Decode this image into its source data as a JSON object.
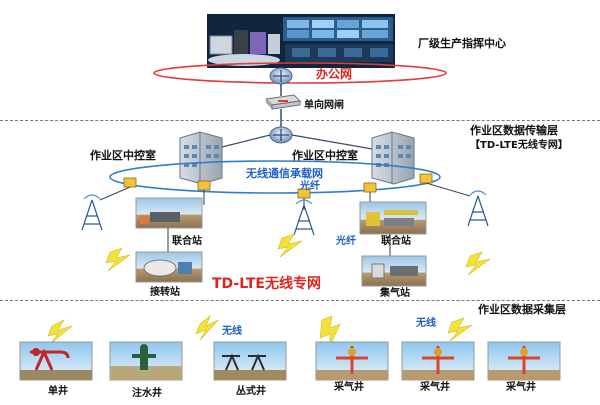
{
  "top": {
    "center_label": "厂级生产指挥中心",
    "office_net": "办公网",
    "gateway": "单向网闸"
  },
  "layers": {
    "transport_title": "作业区数据传输层",
    "transport_sub": "【TD-LTE无线专网】",
    "collect_title": "作业区数据采集层"
  },
  "middle": {
    "control_left": "作业区中控室",
    "control_right": "作业区中控室",
    "bearer_net": "无线通信承载网",
    "fiber_center": "光纤",
    "fiber_right": "光纤",
    "joint_station_left": "联合站",
    "joint_station_right": "联合站",
    "transfer_station": "接转站",
    "gas_station": "集气站",
    "lte_private": "TD-LTE无线专网"
  },
  "wells": [
    {
      "label": "单井"
    },
    {
      "label": "注水井"
    },
    {
      "label": "丛式井"
    },
    {
      "label": "采气井"
    },
    {
      "label": "采气井"
    },
    {
      "label": "采气井"
    }
  ],
  "wireless_labels": [
    "无线",
    "无线"
  ],
  "colors": {
    "accent_red": "#e0231f",
    "accent_blue": "#1f5fc8",
    "lightning": "#f2e33a"
  }
}
